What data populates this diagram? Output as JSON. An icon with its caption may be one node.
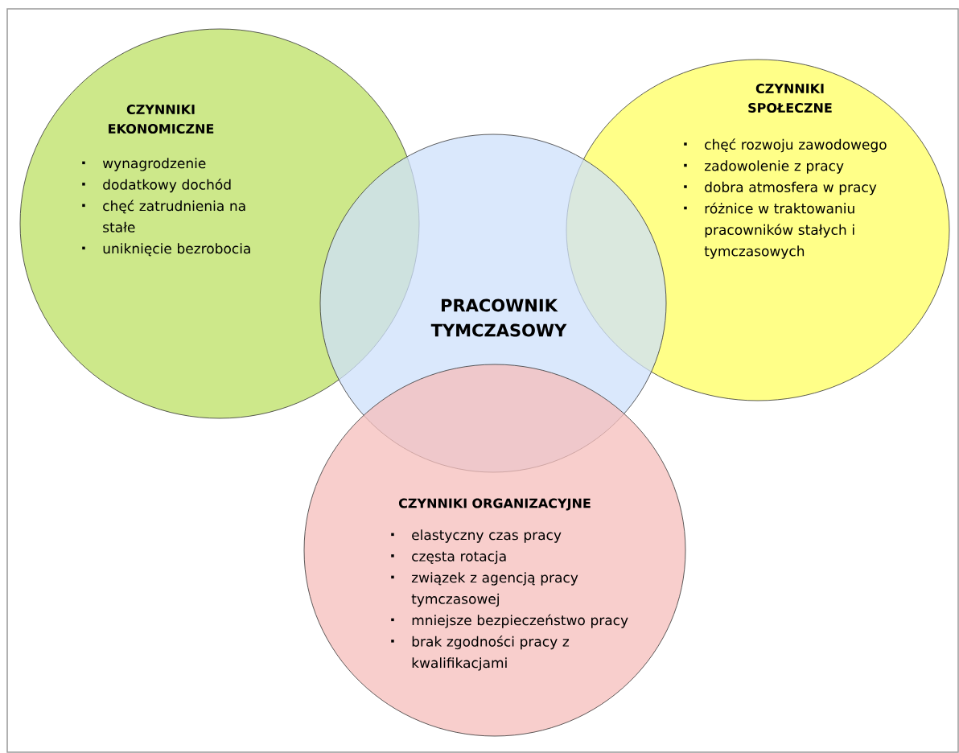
{
  "diagram": {
    "nodes": [
      {
        "text": [
          "CZYNNIKI EKONOMICZNE",
          "wynagrodzenie",
          "dodatkowy dochód",
          "chęć zatrudnienia na stałe",
          "uniknięcie bezrobocia"
        ]
      },
      {
        "text": [
          "CZYNNIKI SPOŁECZNE",
          "chęć rozwoju zawodowego",
          "zadowolenie z pracy",
          "dobra atmosfera w pracy",
          "różnice w traktowaniu pracowników stałych i tymczasowych"
        ]
      },
      {
        "text": [
          "PRACOWNIK TYMCZASOWY"
        ]
      },
      {
        "text": [
          "CZYNNIKI ORGANIZACYJNE",
          "elastyczny czas pracy",
          "częsta rotacja",
          "związek z agencją pracy tymczasowej",
          "mniejsze bezpieczeństwo pracy",
          "brak zgodności pracy z kwalifikacjami"
        ]
      }
    ]
  }
}
